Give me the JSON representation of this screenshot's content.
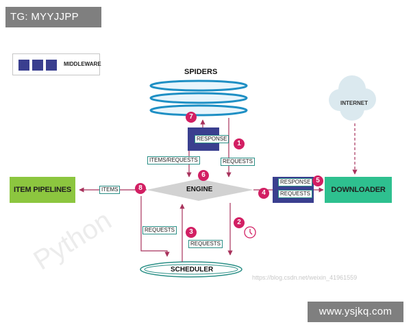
{
  "overlays": {
    "tag": "TG: MYYJJPP",
    "site": "www.ysjkq.com",
    "csdn_watermark": "https://blog.csdn.net/weixin_41961559"
  },
  "legend": {
    "label": "MIDDLEWARE"
  },
  "components": {
    "spiders": "SPIDERS",
    "engine": "ENGINE",
    "scheduler": "SCHEDULER",
    "downloader": "DOWNLOADER",
    "item_pipelines": "ITEM PIPELINES",
    "internet": "INTERNET"
  },
  "flow_labels": {
    "response_spider": "RESPONSE",
    "items_requests": "ITEMS/REQUESTS",
    "requests_spider": "REQUESTS",
    "items": "ITEMS",
    "requests_to_scheduler": "REQUESTS",
    "requests_from_scheduler": "REQUESTS",
    "response_downloader": "RESPONSE",
    "requests_downloader": "REQUESTS"
  },
  "steps": [
    "1",
    "2",
    "3",
    "4",
    "5",
    "6",
    "7",
    "8"
  ],
  "colors": {
    "step_badge": "#d21f63",
    "arrow": "#a8325c",
    "middleware": "#3a3f8f",
    "pipelines": "#8cc63f",
    "downloader": "#2ec08f",
    "spider_disk": "#1e8fc4",
    "engine": "#d2d2d2"
  }
}
